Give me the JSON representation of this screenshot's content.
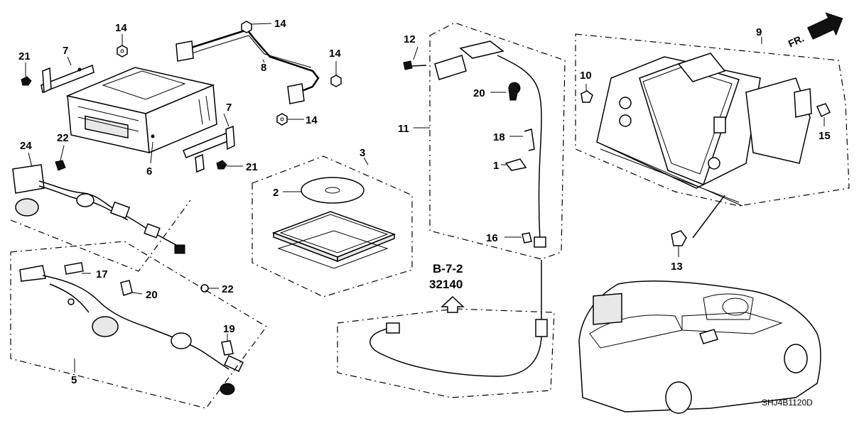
{
  "callouts": {
    "c1": "1",
    "c2": "2",
    "c3": "3",
    "c5": "5",
    "c6": "6",
    "c7a": "7",
    "c7b": "7",
    "c8": "8",
    "c9": "9",
    "c10": "10",
    "c11": "11",
    "c12": "12",
    "c13": "13",
    "c14a": "14",
    "c14b": "14",
    "c14c": "14",
    "c14d": "14",
    "c15": "15",
    "c16": "16",
    "c17": "17",
    "c18": "18",
    "c19": "19",
    "c20a": "20",
    "c20b": "20",
    "c21a": "21",
    "c21b": "21",
    "c22a": "22",
    "c22b": "22",
    "c24": "24"
  },
  "reference": {
    "section": "B-7-2",
    "part": "32140"
  },
  "orientation_label": "FR.",
  "diagram_code": "SHJ4B1120D"
}
